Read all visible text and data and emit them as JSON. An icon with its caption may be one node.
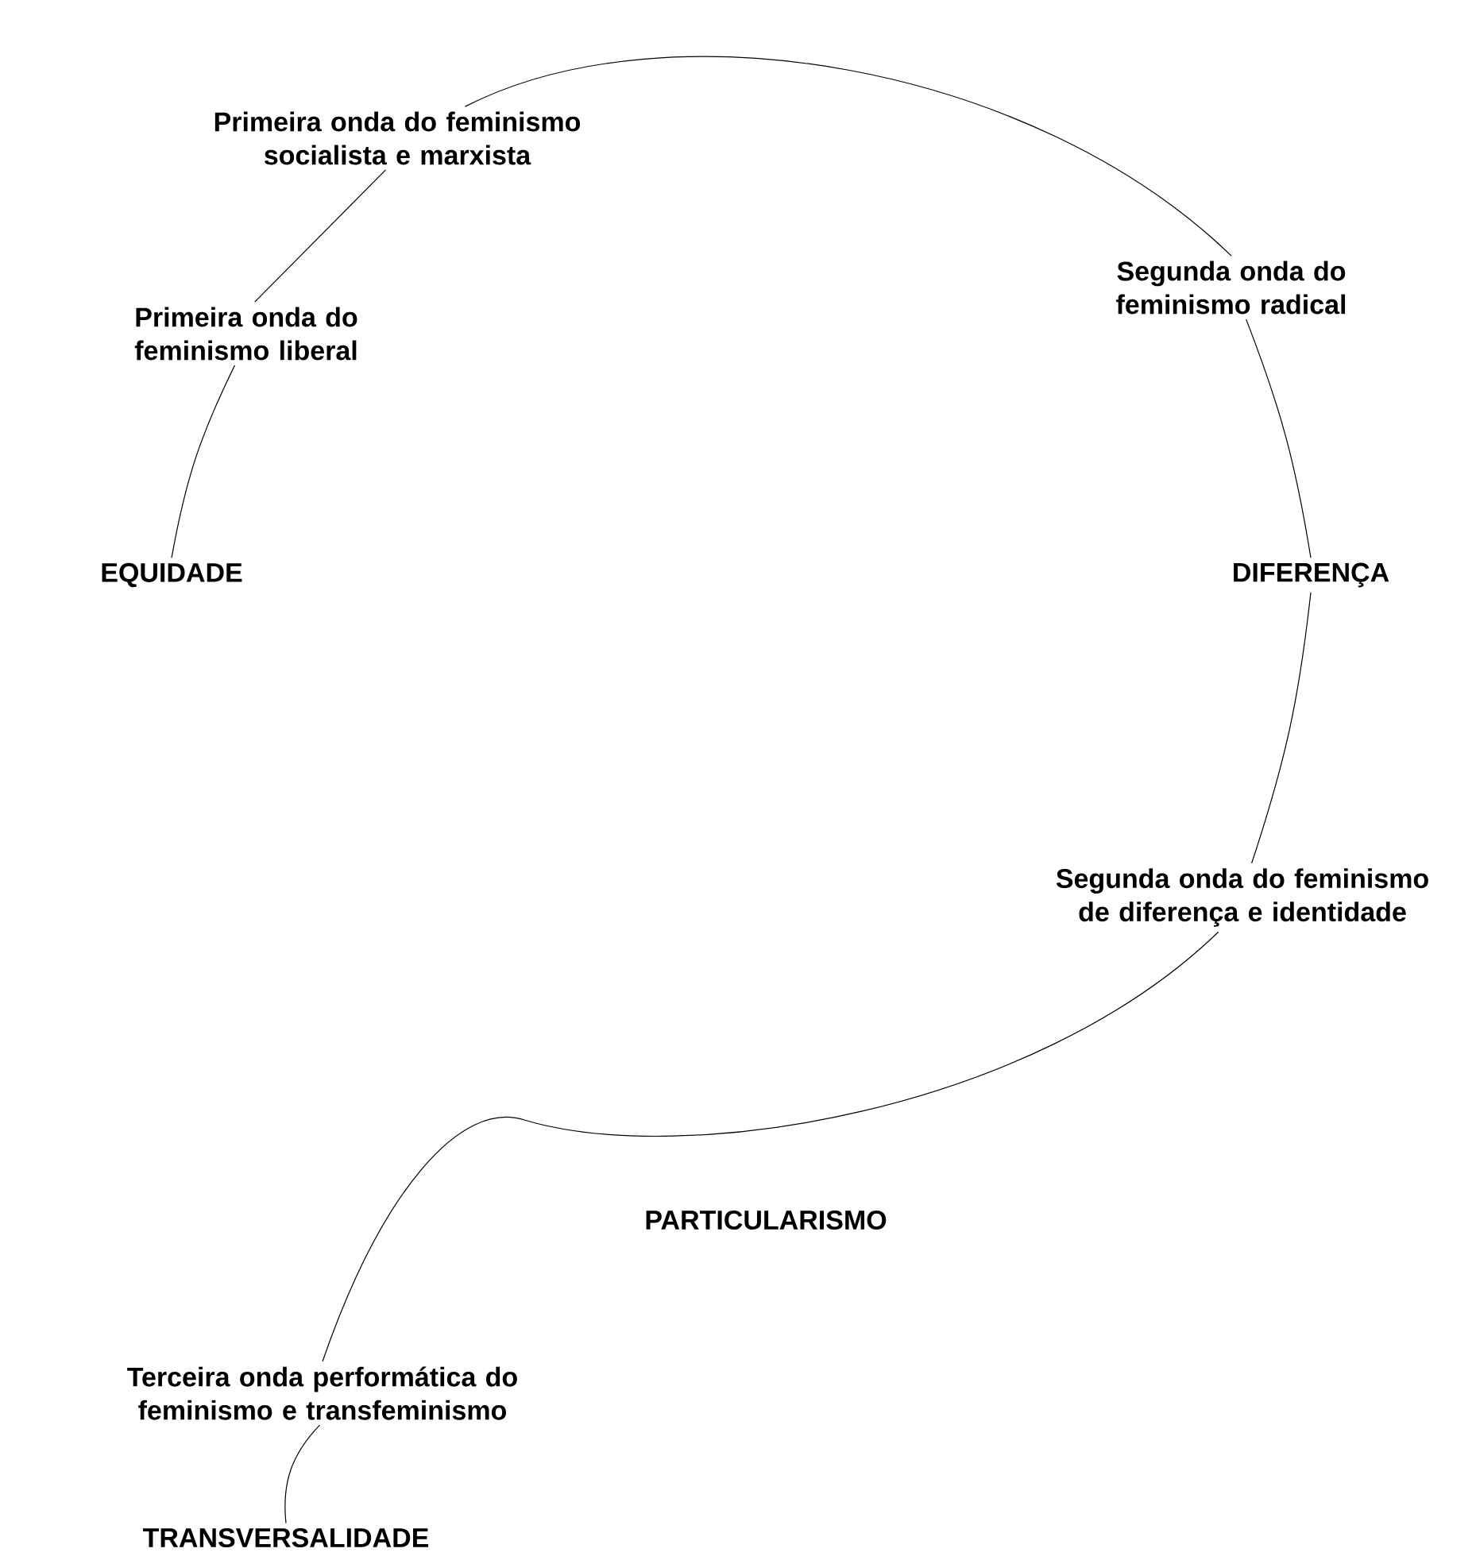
{
  "diagram": {
    "nodes": [
      {
        "text": [
          "Primeira onda do feminismo socialista e marxista"
        ]
      },
      {
        "text": [
          "Primeira onda do feminismo liberal"
        ]
      },
      {
        "text": [
          "Segunda onda do feminismo radical"
        ]
      },
      {
        "text": [
          "EQUIDADE"
        ]
      },
      {
        "text": [
          "DIFERENÇA"
        ]
      },
      {
        "text": [
          "Segunda onda do feminismo de diferença e identidade"
        ]
      },
      {
        "text": [
          "Terceira onda performática do feminismo e transfeminismo"
        ]
      },
      {
        "text": [
          "TRANSVERSALIDADE"
        ]
      }
    ],
    "edges": [
      {
        "from": 3,
        "to": 1,
        "arrow": "none"
      },
      {
        "from": 1,
        "to": 0,
        "arrow": "none"
      },
      {
        "from": 0,
        "to": 2,
        "arrow": "none"
      },
      {
        "from": 2,
        "to": 4,
        "arrow": "none"
      },
      {
        "from": 4,
        "to": 5,
        "arrow": "none"
      },
      {
        "from": 5,
        "to": 6,
        "arrow": "none"
      },
      {
        "from": 6,
        "to": 7,
        "arrow": "none"
      }
    ],
    "labels": [
      "PARTICULARISMO"
    ]
  }
}
